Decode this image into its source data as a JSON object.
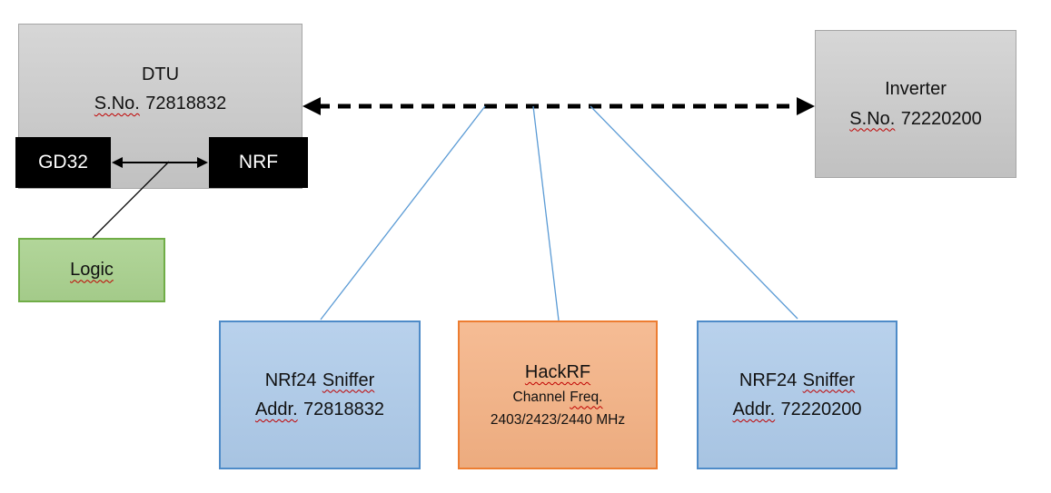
{
  "colors": {
    "gray_fill": "#CBCBCB",
    "gray_border": "#A6A6A6",
    "black_fill": "#000000",
    "green_fill": "#A9D18E",
    "green_border": "#70AD47",
    "blue_fill": "#ADCAE9",
    "blue_border": "#4E8BC8",
    "orange_fill": "#F4B183",
    "orange_border": "#ED7D31",
    "connector_blue": "#5B9BD5",
    "arrow_black": "#000000",
    "squiggle_red": "#C00000"
  },
  "dtu": {
    "name": "DTU",
    "sno_label": "S.No.",
    "sno_value": "72818832",
    "chip_gd32": "GD32",
    "chip_nrf": "NRF"
  },
  "logic": {
    "label": "Logic"
  },
  "inverter": {
    "name": "Inverter",
    "sno_label": "S.No.",
    "sno_value": "72220200"
  },
  "sniffer_left": {
    "title_word1": "NRf24",
    "title_word2": "Sniffer",
    "addr_label": "Addr.",
    "addr_value": "72818832"
  },
  "hackrf": {
    "title": "HackRF",
    "freq_word1": "Channel",
    "freq_word2": "Freq.",
    "freq_values": "2403/2423/2440 MHz"
  },
  "sniffer_right": {
    "title_word1": "NRF24",
    "title_word2": "Sniffer",
    "addr_label": "Addr.",
    "addr_value": "72220200"
  }
}
